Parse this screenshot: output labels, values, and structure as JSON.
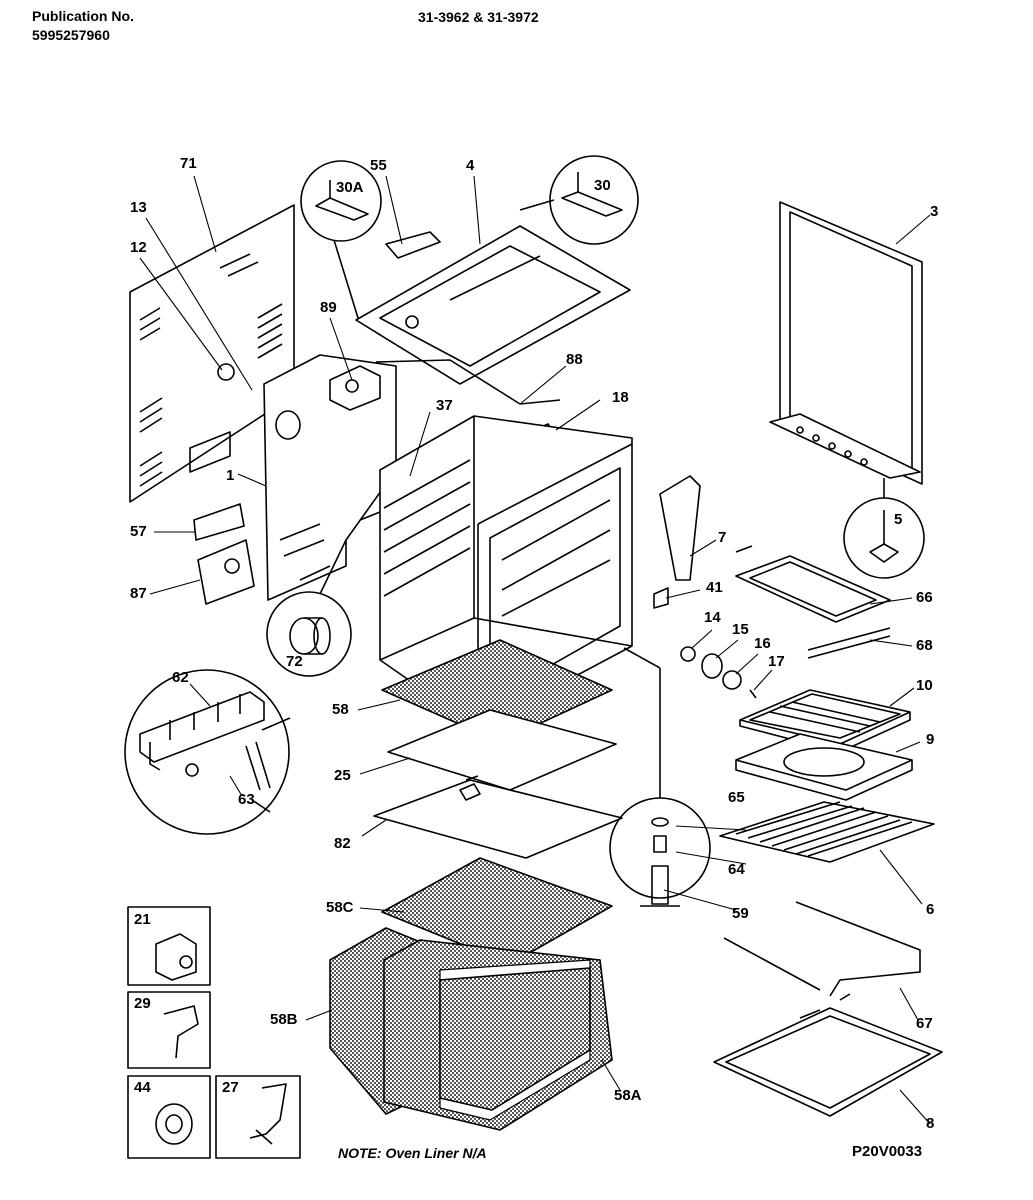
{
  "header": {
    "publication_label": "Publication No.",
    "publication_number": "5995257960",
    "model_numbers": "31-3962 & 31-3972"
  },
  "parts": {
    "p71": "71",
    "p13": "13",
    "p12": "12",
    "p55": "55",
    "p30A": "30A",
    "p4": "4",
    "p30": "30",
    "p3": "3",
    "p89": "89",
    "p88": "88",
    "p18": "18",
    "p37": "37",
    "p1": "1",
    "p5": "5",
    "p57": "57",
    "p7": "7",
    "p87": "87",
    "p41": "41",
    "p66": "66",
    "p14": "14",
    "p15": "15",
    "p16": "16",
    "p17": "17",
    "p68": "68",
    "p72": "72",
    "p62": "62",
    "p10": "10",
    "p58": "58",
    "p9": "9",
    "p25": "25",
    "p63": "63",
    "p65": "65",
    "p82": "82",
    "p64": "64",
    "p59": "59",
    "p6": "6",
    "p58C": "58C",
    "p21": "21",
    "p29": "29",
    "p58B": "58B",
    "p67": "67",
    "p44": "44",
    "p27": "27",
    "p58A": "58A",
    "p8": "8"
  },
  "footer": {
    "note": "NOTE: Oven Liner N/A",
    "diagram_code": "P20V0033"
  },
  "colors": {
    "ink": "#000000",
    "paper": "#ffffff",
    "insulation": "#8a8a8a"
  }
}
